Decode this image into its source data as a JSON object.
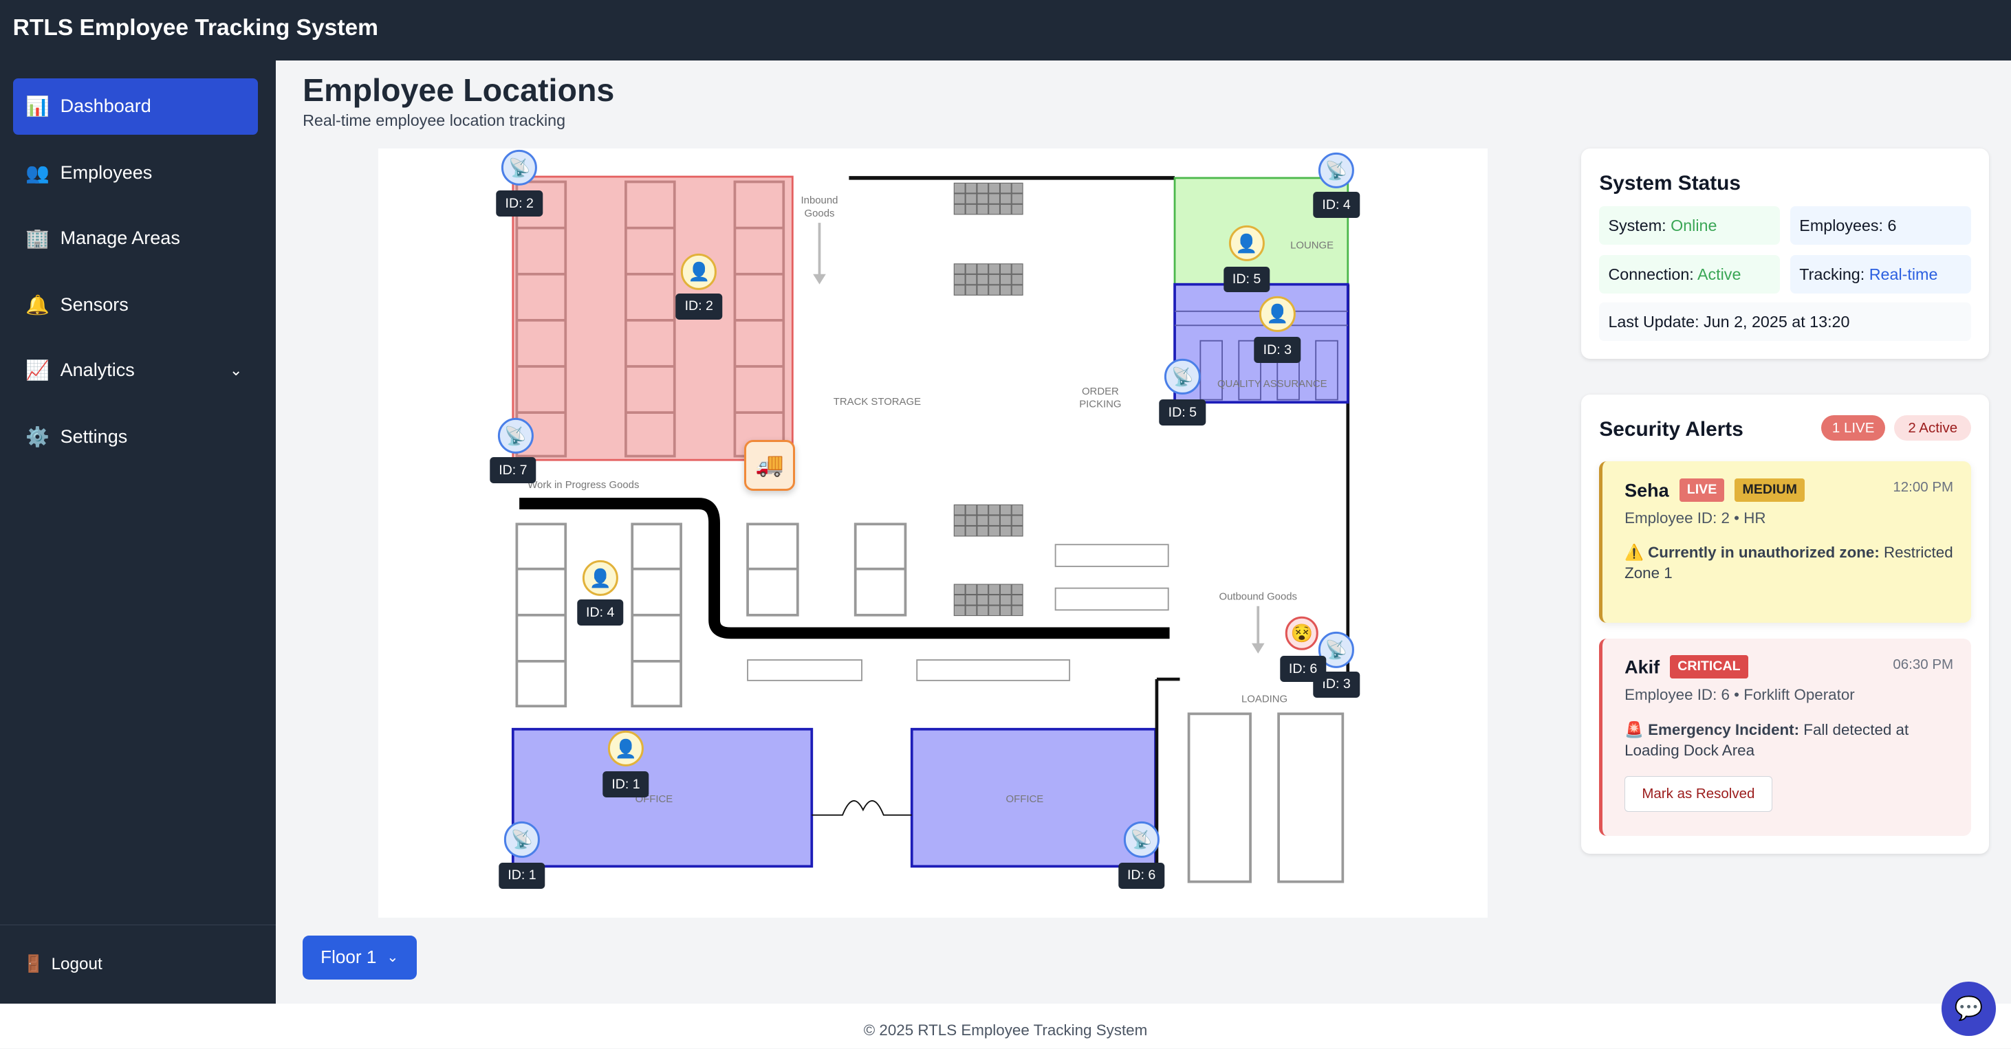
{
  "app": {
    "title": "RTLS Employee Tracking System"
  },
  "sidebar": {
    "items": [
      {
        "label": "Dashboard",
        "icon": "bar-chart-icon",
        "glyph": "📊",
        "active": true
      },
      {
        "label": "Employees",
        "icon": "people-icon",
        "glyph": "👥"
      },
      {
        "label": "Manage Areas",
        "icon": "building-icon",
        "glyph": "🏢"
      },
      {
        "label": "Sensors",
        "icon": "bell-icon",
        "glyph": "🔔"
      },
      {
        "label": "Analytics",
        "icon": "chart-up-icon",
        "glyph": "📈",
        "expandable": true
      },
      {
        "label": "Settings",
        "icon": "gear-icon",
        "glyph": "⚙️"
      }
    ],
    "logout": {
      "label": "Logout",
      "glyph": "🚪"
    }
  },
  "page": {
    "title": "Employee Locations",
    "subtitle": "Real-time employee location tracking"
  },
  "map": {
    "labels": {
      "track_storage": "TRACK STORAGE",
      "order": "ORDER",
      "picking": "PICKING",
      "inbound1": "Inbound",
      "inbound2": "Goods",
      "outbound": "Outbound Goods",
      "loading": "LOADING",
      "office1": "OFFICE",
      "office2": "OFFICE",
      "lounge": "LOUNGE",
      "qa": "QUALITY ASSURANCE",
      "wip": "Work in Progress Goods"
    },
    "sensors": [
      "ID: 2",
      "ID: 7",
      "ID: 1",
      "ID: 6",
      "ID: 5",
      "ID: 4",
      "ID: 3"
    ],
    "employees": [
      "ID: 2",
      "ID: 5",
      "ID: 3",
      "ID: 4",
      "ID: 1",
      "ID: 6"
    ],
    "alert_employee": "ID: 6",
    "zone_colors": {
      "restricted": "#f6bfbf",
      "lounge": "#d2f8c4",
      "quality": "#aeaefa",
      "office": "#aeaefa"
    }
  },
  "floor": {
    "selected": "Floor 1"
  },
  "status": {
    "title": "System Status",
    "system_label": "System:",
    "system": "Online",
    "employees_label": "Employees:",
    "employees": "6",
    "connection_label": "Connection:",
    "connection": "Active",
    "tracking_label": "Tracking:",
    "tracking": "Real-time",
    "last_update_label": "Last Update:",
    "last_update": "Jun 2, 2025 at 13:20"
  },
  "alerts": {
    "title": "Security Alerts",
    "live_badge": "1 LIVE",
    "active_badge": "2 Active",
    "items": [
      {
        "name": "Seha",
        "tags": [
          "LIVE",
          "MEDIUM"
        ],
        "time": "12:00 PM",
        "meta": "Employee ID: 2 • HR",
        "icon": "⚠️",
        "bold": "Currently in unauthorized zone:",
        "text": " Restricted Zone 1"
      },
      {
        "name": "Akif",
        "tags": [
          "CRITICAL"
        ],
        "time": "06:30 PM",
        "meta": "Employee ID: 6 • Forklift Operator",
        "icon": "🚨",
        "bold": "Emergency Incident:",
        "text": " Fall detected at Loading Dock Area",
        "action": "Mark as Resolved"
      }
    ]
  },
  "footer": "© 2025 RTLS Employee Tracking System",
  "colors": {
    "primary": "#2b4fd3",
    "sidebar": "#1f2937",
    "online": "#3aa655",
    "critical": "#dc4a4a",
    "medium": "#e2b23a"
  }
}
